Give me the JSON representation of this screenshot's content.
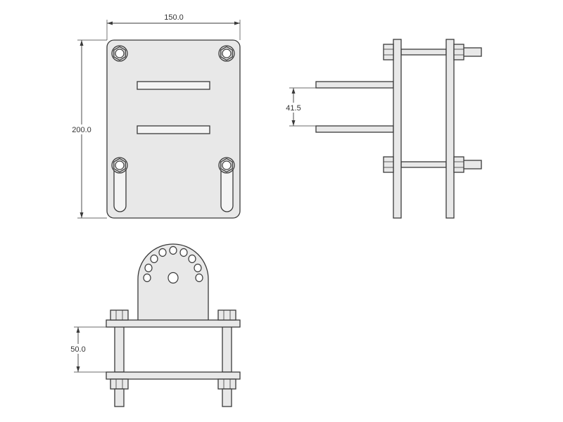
{
  "dimensions": {
    "width": "150.0",
    "height": "200.0",
    "spacing": "41.5",
    "clamp_gap": "50.0"
  },
  "colors": {
    "line": "#3a3a3a",
    "fill": "#e8e8e8",
    "background": "#ffffff"
  }
}
